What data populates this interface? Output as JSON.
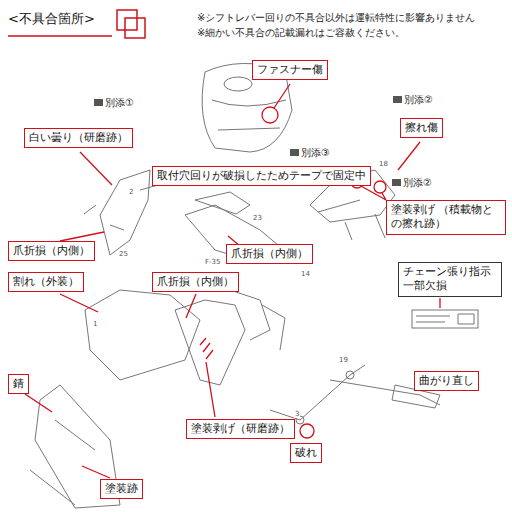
{
  "diagram": {
    "title": "<不具合箇所>",
    "nodes": [
      {
        "text": [
          "ファスナー傷"
        ]
      },
      {
        "text": [
          "擦れ傷"
        ]
      },
      {
        "text": [
          "白い曇り（研磨跡）"
        ]
      },
      {
        "text": [
          "取付穴回りが破損したためテープで固定中"
        ]
      },
      {
        "text": [
          "塗装剥げ （積載物との擦れ跡）"
        ]
      },
      {
        "text": [
          "爪折損（内側）"
        ]
      },
      {
        "text": [
          "爪折損（内側）"
        ]
      },
      {
        "text": [
          "チェーン張り指示 一部欠損"
        ]
      },
      {
        "text": [
          "割れ（外装）"
        ]
      },
      {
        "text": [
          "爪折損（内側）"
        ]
      },
      {
        "text": [
          "錆"
        ]
      },
      {
        "text": [
          "曲がり直し"
        ]
      },
      {
        "text": [
          "塗装剥げ（研磨跡）"
        ]
      },
      {
        "text": [
          "破れ"
        ]
      },
      {
        "text": [
          "塗装跡"
        ]
      }
    ],
    "labels": [
      "※シフトレバー回りの不具合以外は運転特性に影響ありません",
      "※細かい不具合の記載漏れはご容赦ください。",
      "別添①",
      "別添②",
      "別添③",
      "別添②",
      "2",
      "25",
      "18",
      "14",
      "19",
      "1",
      "3",
      "F-35",
      "23"
    ]
  }
}
